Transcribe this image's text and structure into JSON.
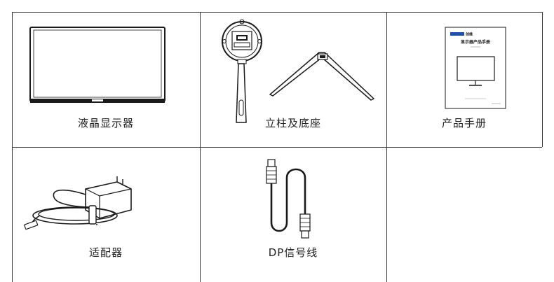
{
  "items": [
    {
      "label": "液晶显示器",
      "icon": "monitor-icon"
    },
    {
      "label": "立柱及底座",
      "icon": "stand-base-icon"
    },
    {
      "label": "产品手册",
      "icon": "manual-icon"
    },
    {
      "label": "适配器",
      "icon": "power-adapter-icon"
    },
    {
      "label": "DP信号线",
      "icon": "dp-cable-icon"
    },
    {
      "label": "",
      "icon": ""
    }
  ],
  "manual": {
    "brand": "SKYWORTH 创维",
    "title": "显示器产品手册"
  },
  "colors": {
    "line": "#3a3a3a",
    "brand_blue": "#1f4fa6"
  }
}
